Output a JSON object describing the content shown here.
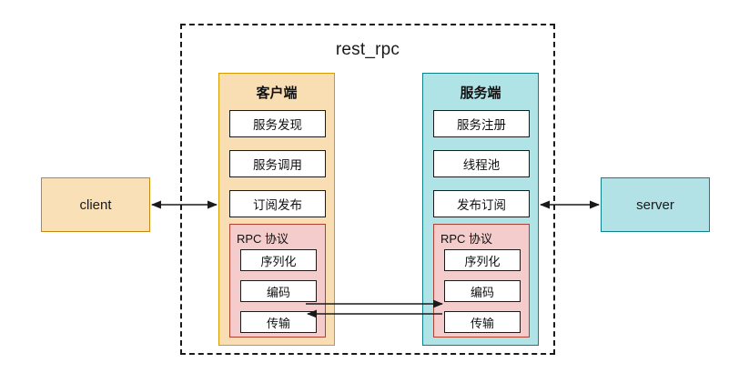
{
  "diagram": {
    "container": {
      "title": "rest_rpc",
      "border_style": "dashed",
      "border_color": "#1a1a1a"
    },
    "external_nodes": [
      {
        "id": "client",
        "label": "client",
        "fill": "#FAE0B6",
        "stroke": "#C8870E"
      },
      {
        "id": "server",
        "label": "server",
        "fill": "#B2E2E5",
        "stroke": "#0E8088"
      }
    ],
    "client_panel": {
      "title": "客户端",
      "fill": "#F9DEB4",
      "stroke": "#D79B00",
      "services": [
        "服务发现",
        "服务调用",
        "订阅发布"
      ],
      "rpc_group": {
        "title": "RPC 协议",
        "fill": "#F5CCCC",
        "stroke": "#AE4132",
        "layers": [
          "序列化",
          "编码",
          "传输"
        ]
      }
    },
    "server_panel": {
      "title": "服务端",
      "fill": "#B0E3E6",
      "stroke": "#0E8088",
      "services": [
        "服务注册",
        "线程池",
        "发布订阅"
      ],
      "rpc_group": {
        "title": "RPC 协议",
        "fill": "#F5CCCC",
        "stroke": "#AE4132",
        "layers": [
          "序列化",
          "编码",
          "传输"
        ]
      }
    },
    "connections": [
      {
        "id": "client-to-client-panel",
        "from": "client",
        "to": "客户端",
        "arrow": "bidirectional"
      },
      {
        "id": "server-panel-to-server",
        "from": "服务端",
        "to": "server",
        "arrow": "bidirectional"
      },
      {
        "id": "transport-request",
        "from": "客户端.传输",
        "to": "服务端.传输",
        "arrow": "right"
      },
      {
        "id": "transport-response",
        "from": "服务端.传输",
        "to": "客户端.传输",
        "arrow": "left"
      }
    ]
  }
}
